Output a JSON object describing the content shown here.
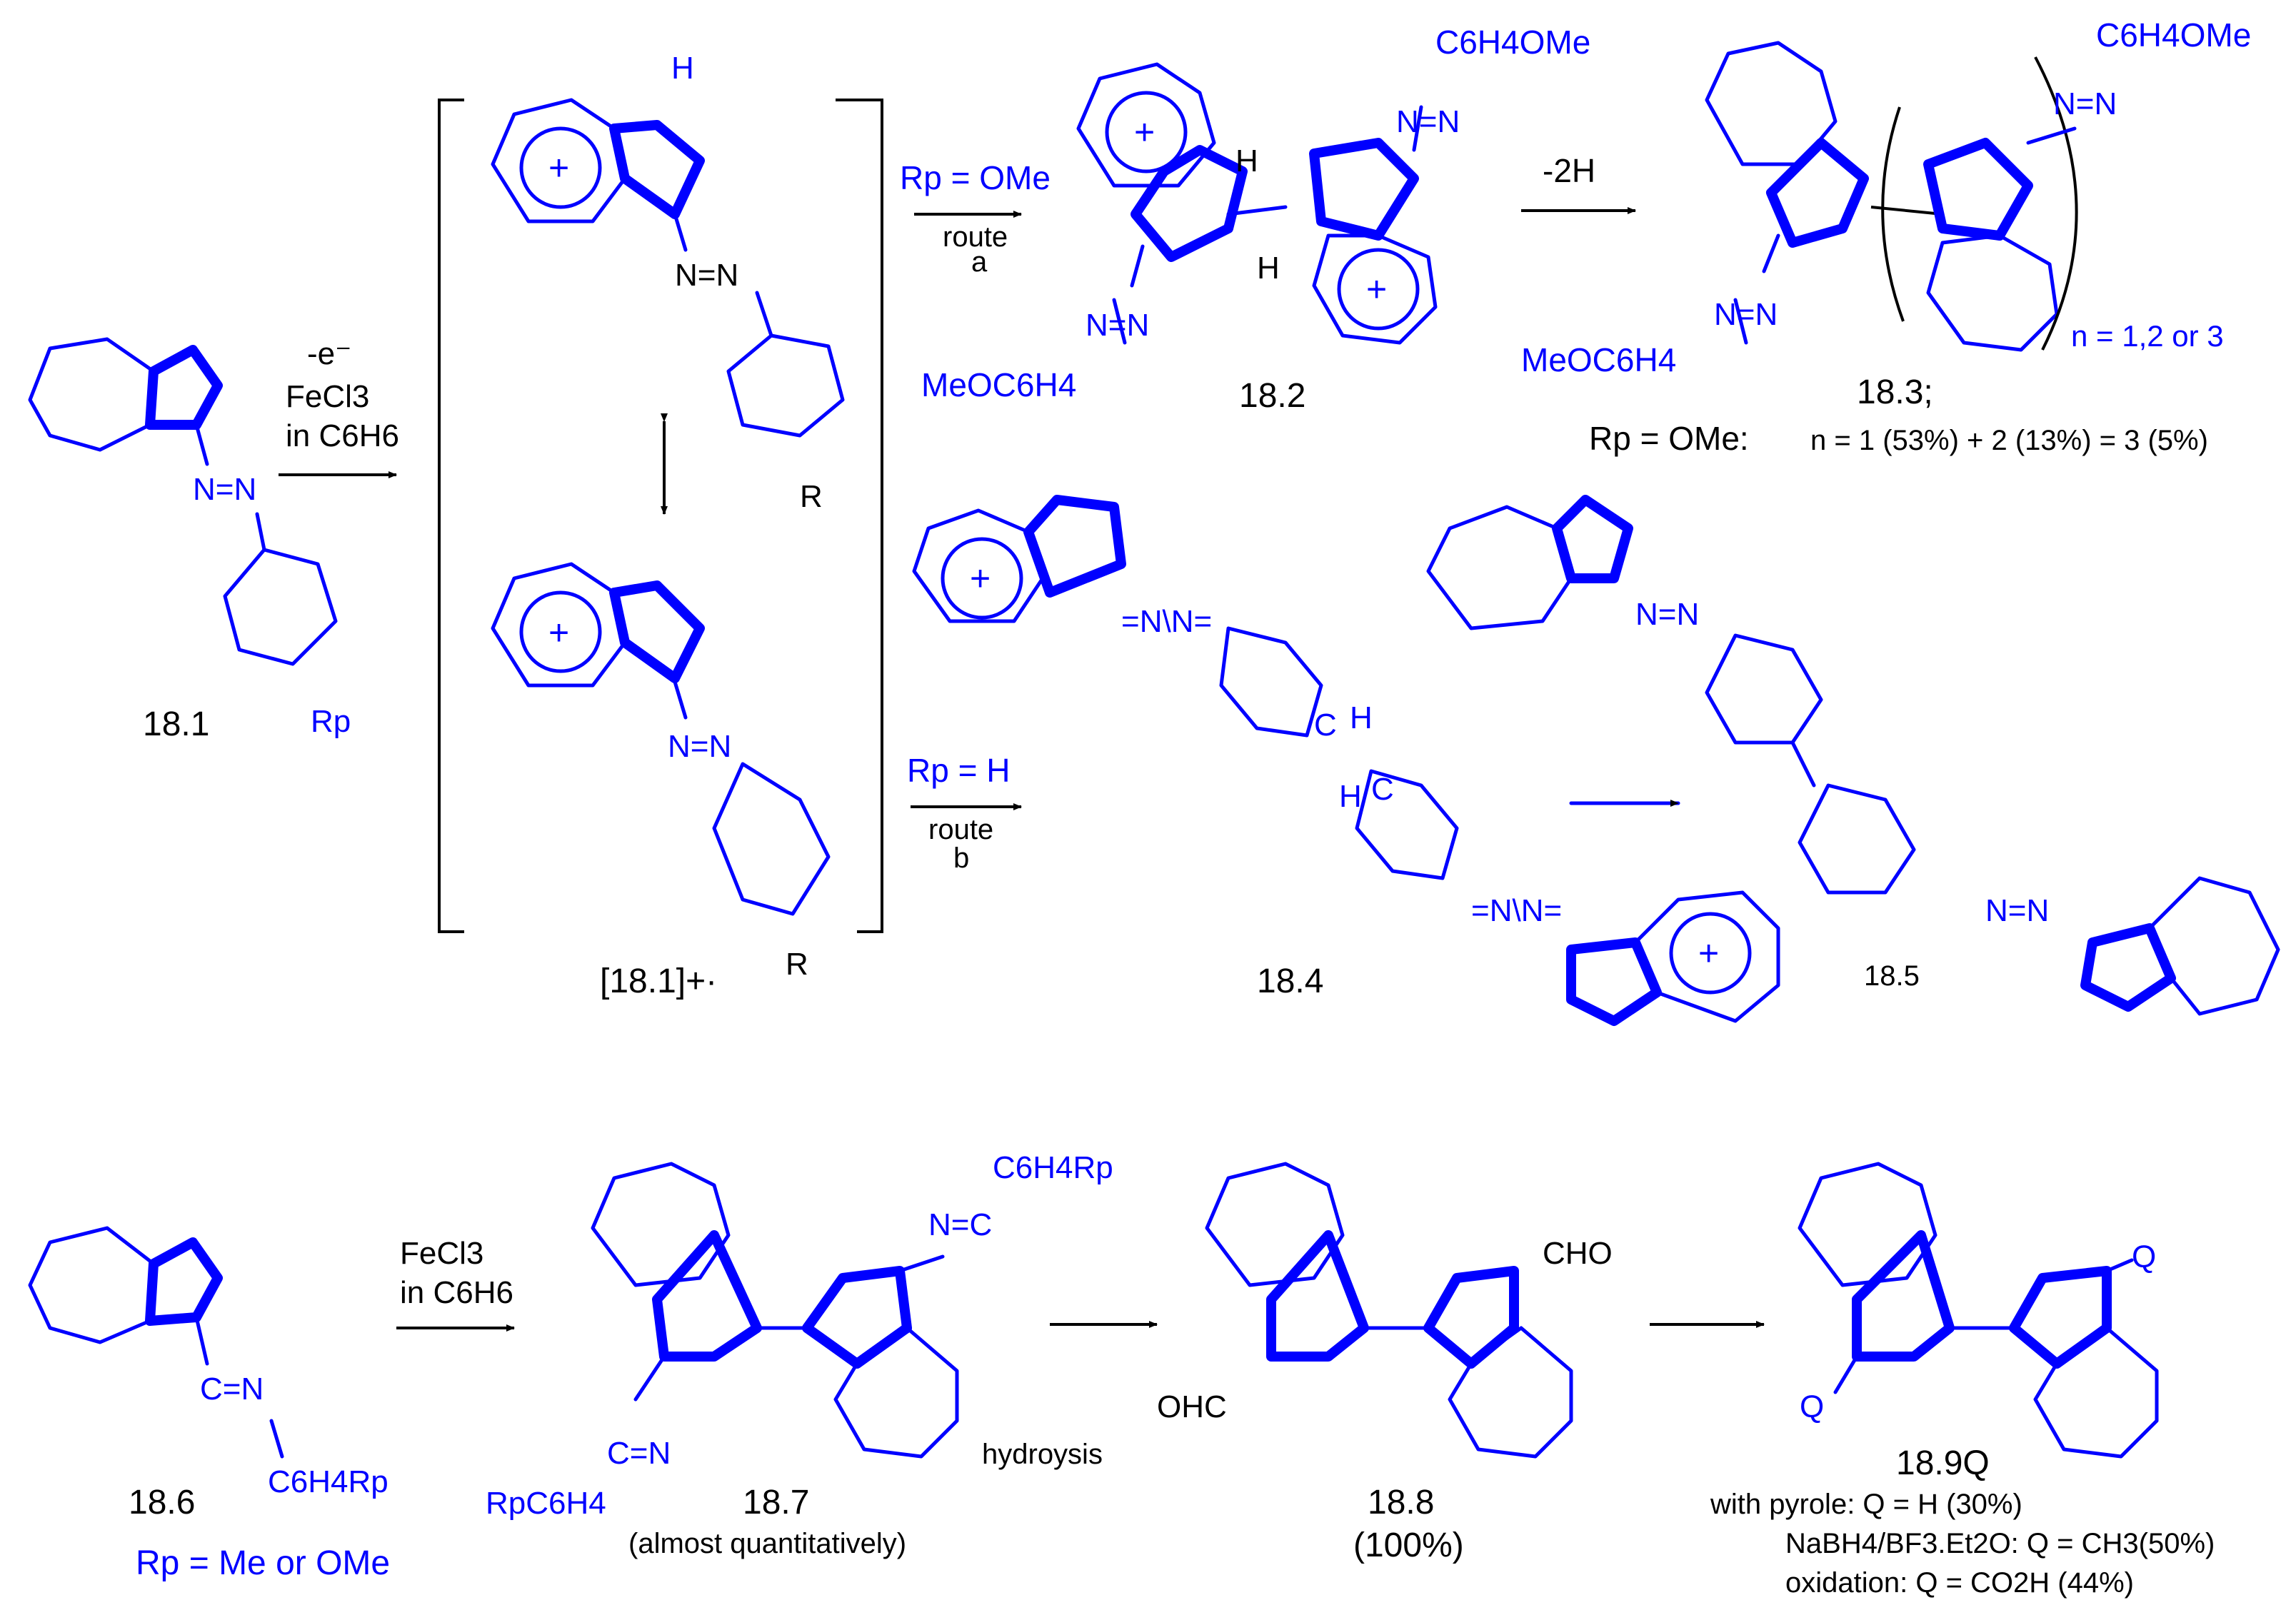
{
  "colors": {
    "structure": "#0000ff",
    "text": "#000000"
  },
  "top": {
    "reactant_label": "18.1",
    "reactant_subst": "Rp",
    "reagent_electron": "-e⁻",
    "reagent_oxidant": "FeCl3",
    "reagent_solvent": "in C6H6",
    "radical_cation_label": "[18.1]+·",
    "resonance_H": "H",
    "resonance_R_top": "R",
    "resonance_R_bottom": "R",
    "route_a_condition": "Rp = OMe",
    "route_a_text": "route",
    "route_a_letter": "a",
    "route_b_condition": "Rp = H",
    "route_b_text": "route",
    "route_b_letter": "b",
    "dimer_label": "18.2",
    "dimer_aryl_top": "C6H4OMe",
    "dimer_aryl_bottom": "MeOC6H4",
    "dehydro_reagent": "-2H",
    "oligomer_label": "18.3;",
    "oligomer_aryl_top": "C6H4OMe",
    "oligomer_aryl_bottom": "MeOC6H4",
    "oligomer_n": "n = 1,2 or 3",
    "oligomer_yields_prefix": "Rp  = OMe:",
    "oligomer_yields": "n = 1 (53%) + 2 (13%) = 3 (5%)",
    "coupled_label": "18.4",
    "biphenyl_label": "18.5"
  },
  "bottom": {
    "imine_label": "18.6",
    "imine_subst": "Rp = Me or OMe",
    "imine_group": "C=N",
    "imine_aryl": "C6H4Rp",
    "reagent_oxidant": "FeCl3",
    "reagent_solvent": "in C6H6",
    "biazulene_label": "18.7",
    "biazulene_yield": "(almost quantitatively)",
    "biazulene_aryl_top": "C6H4Rp",
    "biazulene_aryl_bottom": "RpC6H4",
    "hydrolysis": "hydroysis",
    "dialdehyde_label": "18.8",
    "dialdehyde_yield": "(100%)",
    "cho_top": "CHO",
    "cho_bottom": "OHC",
    "product_label": "18.9Q",
    "q_top": "Q",
    "q_bottom": "Q",
    "cond_1": "with pyrole: Q = H (30%)",
    "cond_2": "NaBH4/BF3.Et2O: Q =  CH3(50%)",
    "cond_3": "oxidation: Q = CO2H (44%)"
  }
}
